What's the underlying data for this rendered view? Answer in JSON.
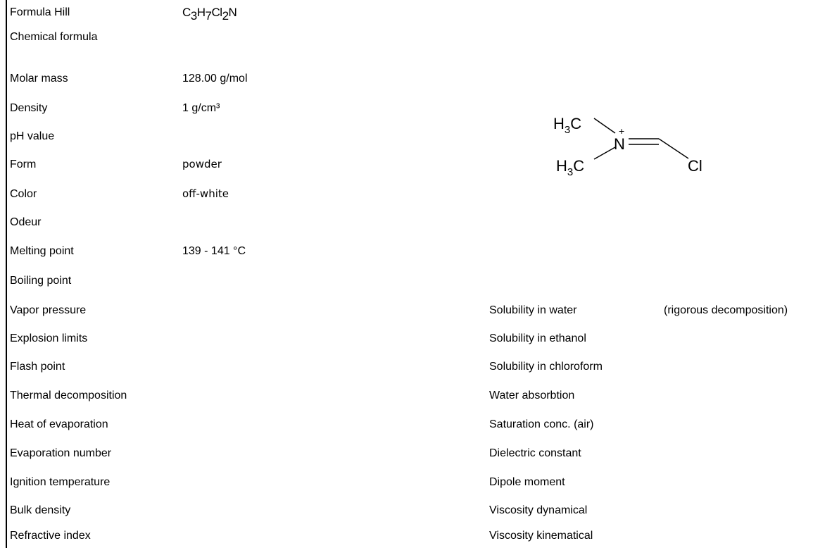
{
  "left_properties": [
    {
      "label": "Formula Hill",
      "value": ""
    },
    {
      "label": "Chemical formula",
      "value": ""
    },
    {
      "label": "Molar mass",
      "value": "128.00 g/mol"
    },
    {
      "label": "Density",
      "value": "1 g/cm³"
    },
    {
      "label": "pH value",
      "value": ""
    },
    {
      "label": "Form",
      "value": "powder"
    },
    {
      "label": "Color",
      "value": "off-white"
    },
    {
      "label": "Odeur",
      "value": ""
    },
    {
      "label": "Melting point",
      "value": "139 - 141 °C"
    },
    {
      "label": "Boiling point",
      "value": ""
    },
    {
      "label": "Vapor pressure",
      "value": ""
    },
    {
      "label": "Explosion limits",
      "value": ""
    },
    {
      "label": "Flash point",
      "value": ""
    },
    {
      "label": "Thermal decomposition",
      "value": ""
    },
    {
      "label": "Heat of evaporation",
      "value": ""
    },
    {
      "label": "Evaporation number",
      "value": ""
    },
    {
      "label": "Ignition temperature",
      "value": ""
    },
    {
      "label": "Bulk density",
      "value": ""
    },
    {
      "label": "Refractive index",
      "value": ""
    }
  ],
  "formula_hill": {
    "parts": [
      {
        "el": "C",
        "n": "3"
      },
      {
        "el": "H",
        "n": "7"
      },
      {
        "el": "Cl",
        "n": "2"
      },
      {
        "el": "N",
        "n": ""
      }
    ]
  },
  "right_properties": [
    {
      "label": "Solubility in water",
      "value": "(rigorous decomposition)"
    },
    {
      "label": "Solubility in ethanol",
      "value": ""
    },
    {
      "label": "Solubility in chloroform",
      "value": ""
    },
    {
      "label": "Water absorbtion",
      "value": ""
    },
    {
      "label": "Saturation conc. (air)",
      "value": ""
    },
    {
      "label": "Dielectric constant",
      "value": ""
    },
    {
      "label": "Dipole moment",
      "value": ""
    },
    {
      "label": "Viscosity dynamical",
      "value": ""
    },
    {
      "label": "Viscosity kinematical",
      "value": ""
    }
  ],
  "structure": {
    "methyl_top": {
      "h": "H",
      "sub": "3",
      "c": "C"
    },
    "methyl_bottom": {
      "h": "H",
      "sub": "3",
      "c": "C"
    },
    "nitrogen": "N",
    "charge": "+",
    "chlorine": "Cl"
  }
}
